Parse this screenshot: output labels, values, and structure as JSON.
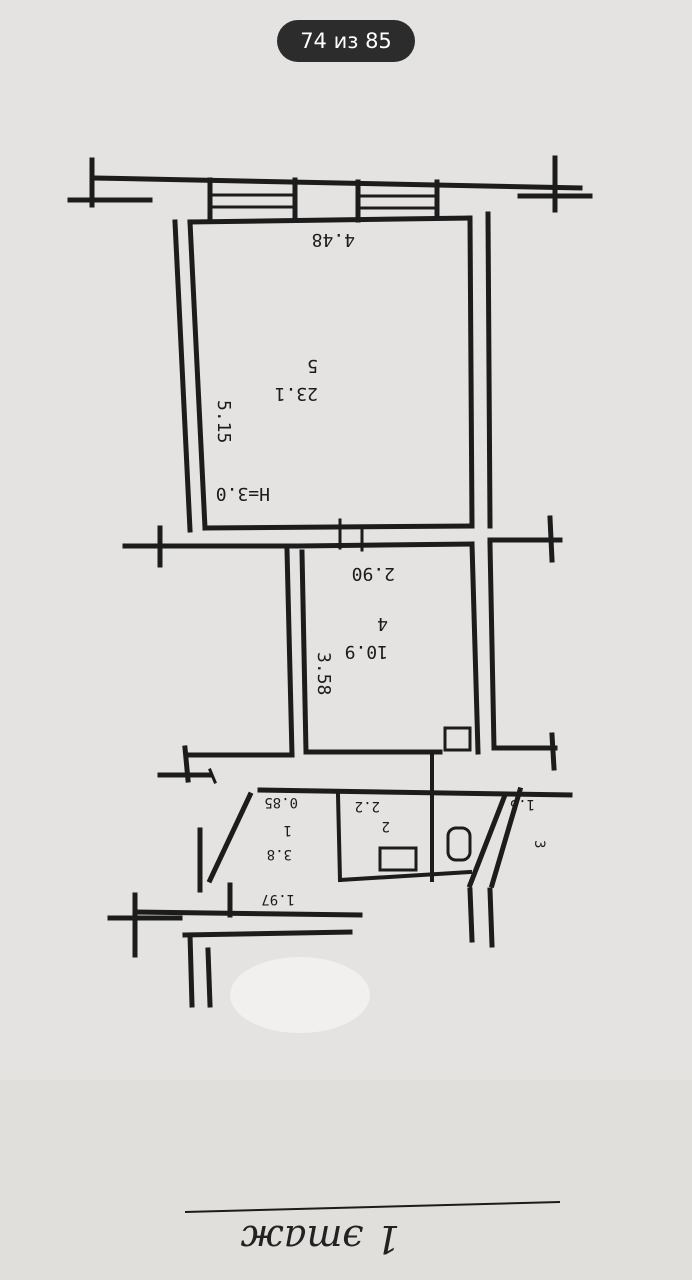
{
  "viewer": {
    "counter": "74 из 85"
  },
  "plan": {
    "room5": {
      "number": "5",
      "area": "23.1",
      "width": "4.48",
      "length": "5.15",
      "height": "H=3.0"
    },
    "room4": {
      "number": "4",
      "area": "10.9",
      "width": "2.90",
      "length": "3.58"
    },
    "room1": {
      "number": "1",
      "area": "3.8",
      "dim_a": "0.85",
      "dim_b": "1.97"
    },
    "room2": {
      "number": "2",
      "area": "2.2"
    },
    "room3": {
      "number": "3",
      "area": "1.5"
    },
    "floor_label": "1 этаж"
  },
  "colors": {
    "paper": "#e4e3e1",
    "ink": "#1c1c1c",
    "badge": "#2c2c2c"
  }
}
